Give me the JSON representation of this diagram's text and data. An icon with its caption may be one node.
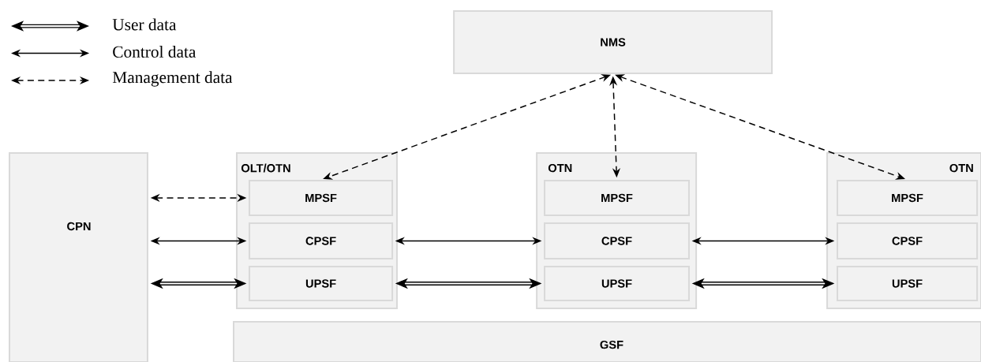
{
  "diagram": {
    "nodes": [
      {
        "text": [
          "NMS"
        ]
      },
      {
        "text": [
          "CPN"
        ]
      },
      {
        "text": [
          "OLT/OTN"
        ]
      },
      {
        "text": [
          "MPSF"
        ],
        "in": 2
      },
      {
        "text": [
          "CPSF"
        ],
        "in": 2
      },
      {
        "text": [
          "UPSF"
        ],
        "in": 2
      },
      {
        "text": [
          "OTN"
        ]
      },
      {
        "text": [
          "MPSF"
        ],
        "in": 6
      },
      {
        "text": [
          "CPSF"
        ],
        "in": 6
      },
      {
        "text": [
          "UPSF"
        ],
        "in": 6
      },
      {
        "text": [
          "OTN"
        ]
      },
      {
        "text": [
          "MPSF"
        ],
        "in": 10
      },
      {
        "text": [
          "CPSF"
        ],
        "in": 10
      },
      {
        "text": [
          "UPSF"
        ],
        "in": 10
      },
      {
        "text": [
          "GSF"
        ]
      }
    ],
    "edges": [
      {
        "from": 0,
        "to": 3,
        "arrow": "both",
        "style": "dashed"
      },
      {
        "from": 0,
        "to": 7,
        "arrow": "both",
        "style": "dashed"
      },
      {
        "from": 0,
        "to": 11,
        "arrow": "both",
        "style": "dashed"
      },
      {
        "from": 1,
        "to": 3,
        "arrow": "both",
        "style": "dashed"
      },
      {
        "from": 1,
        "to": 4,
        "arrow": "both"
      },
      {
        "from": 1,
        "to": 5,
        "arrow": "both",
        "style": "thick"
      },
      {
        "from": 4,
        "to": 8,
        "arrow": "both"
      },
      {
        "from": 5,
        "to": 9,
        "arrow": "both",
        "style": "thick"
      },
      {
        "from": 8,
        "to": 12,
        "arrow": "both"
      },
      {
        "from": 9,
        "to": 13,
        "arrow": "both",
        "style": "thick"
      }
    ],
    "legend": [
      {
        "text": "User data"
      },
      {
        "text": "Control data"
      },
      {
        "text": "Management data"
      }
    ]
  }
}
